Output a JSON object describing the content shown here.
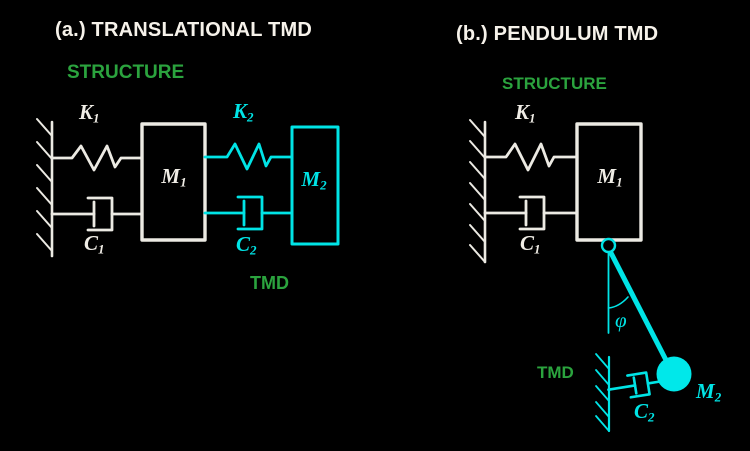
{
  "colors": {
    "background": "#000000",
    "structure_stroke": "#eceae3",
    "tmd_stroke": "#00e4e6",
    "label_green": "#2ba33e",
    "title_white": "#f6f2ea"
  },
  "panel_a": {
    "title": "(a.) TRANSLATIONAL TMD",
    "structure_label": "STRUCTURE",
    "tmd_label": "TMD",
    "k1": {
      "base": "K",
      "sub": "1"
    },
    "m1": {
      "base": "M",
      "sub": "1"
    },
    "c1": {
      "base": "C",
      "sub": "1"
    },
    "k2": {
      "base": "K",
      "sub": "2"
    },
    "m2": {
      "base": "M",
      "sub": "2"
    },
    "c2": {
      "base": "C",
      "sub": "2"
    }
  },
  "panel_b": {
    "title": "(b.) PENDULUM TMD",
    "structure_label": "STRUCTURE",
    "tmd_label": "TMD",
    "k1": {
      "base": "K",
      "sub": "1"
    },
    "m1": {
      "base": "M",
      "sub": "1"
    },
    "c1": {
      "base": "C",
      "sub": "1"
    },
    "c2": {
      "base": "C",
      "sub": "2"
    },
    "m2": {
      "base": "M",
      "sub": "2"
    },
    "phi": "φ"
  }
}
